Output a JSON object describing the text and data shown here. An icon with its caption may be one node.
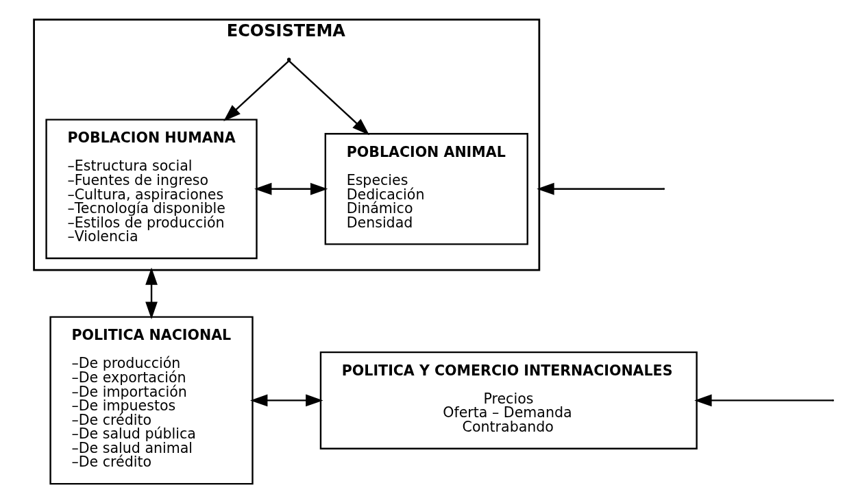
{
  "diagram": {
    "nodes": [
      {
        "text": [
          "ECOSISTEMA"
        ]
      },
      {
        "text": [
          "POBLACION HUMANA",
          "–Estructura social",
          "–Fuentes de ingreso",
          "–Cultura, aspiraciones",
          "–Tecnología disponible",
          "–Estilos de producción",
          "–Violencia"
        ],
        "in": 0
      },
      {
        "text": [
          "POBLACION ANIMAL",
          "Especies",
          "Dedicación",
          "Dinámico",
          "Densidad"
        ],
        "in": 0
      },
      {
        "text": [
          "POLITICA NACIONAL",
          "–De producción",
          "–De exportación",
          "–De importación",
          "–De impuestos",
          "–De crédito",
          "–De salud pública",
          "–De salud animal",
          "–De crédito"
        ]
      },
      {
        "text": [
          "POLITICA Y COMERCIO INTERNACIONALES",
          "Precios",
          "Oferta – Demanda",
          "Contrabando"
        ]
      }
    ],
    "edges": [
      {
        "from": 0,
        "to": 1,
        "arrow": "to"
      },
      {
        "from": 0,
        "to": 2,
        "arrow": "to"
      },
      {
        "from": 1,
        "to": 2,
        "arrow": "both"
      },
      {
        "from": null,
        "to": 0,
        "arrow": "to"
      },
      {
        "from": 0,
        "to": 3,
        "arrow": "both"
      },
      {
        "from": 3,
        "to": 4,
        "arrow": "both"
      },
      {
        "from": null,
        "to": 4,
        "arrow": "to"
      }
    ]
  }
}
